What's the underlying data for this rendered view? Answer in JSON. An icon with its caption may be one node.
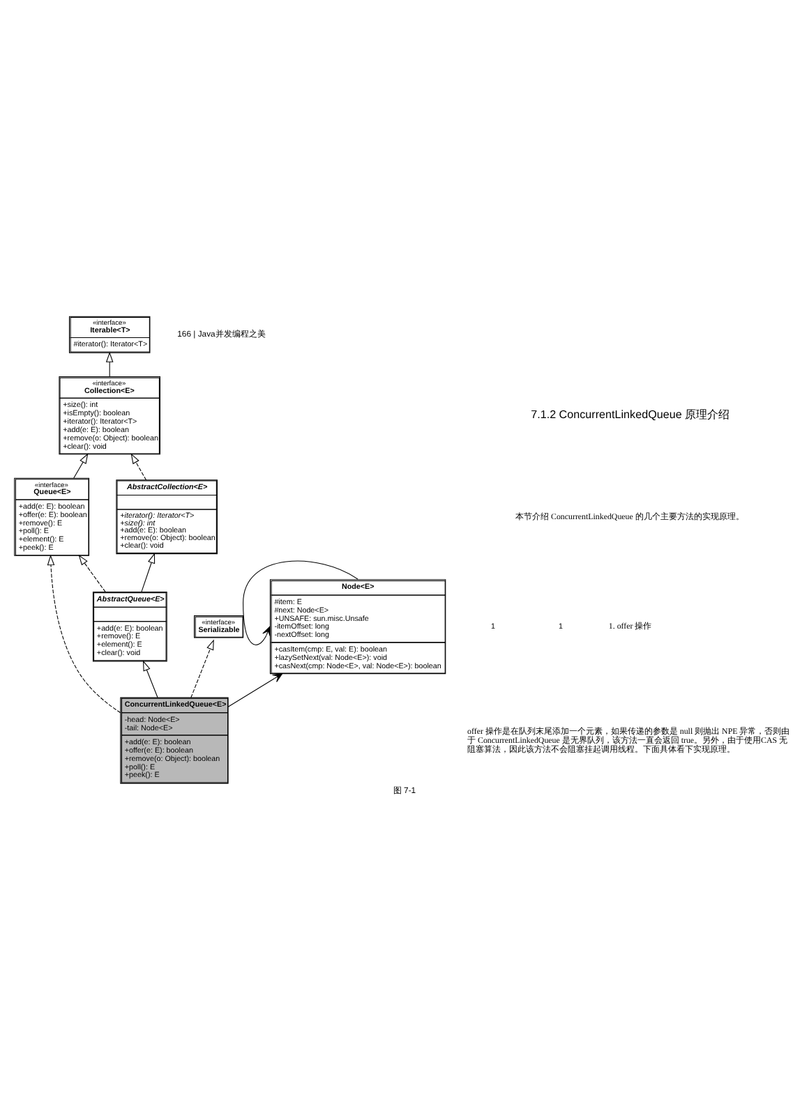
{
  "diagram": {
    "caption": "图 7-1",
    "nodes": [
      {
        "text": [
          "«interface»",
          "Iterable<T>",
          "#iterator(): Iterator<T>"
        ]
      },
      {
        "text": [
          "«interface»",
          "Collection<E>",
          "+size(): int",
          "+isEmpty(): boolean",
          "+iterator(): Iterator<T>",
          "+add(e: E): boolean",
          "+remove(o: Object): boolean",
          "+clear(): void"
        ]
      },
      {
        "text": [
          "AbstractCollection<E>",
          "+iterator(): Iterator<T>",
          "+size(): int",
          "+add(e: E): boolean",
          "+remove(o: Object): boolean",
          "+clear(): void"
        ]
      },
      {
        "text": [
          "«interface»",
          "Queue<E>",
          "+add(e: E): boolean",
          "+offer(e: E): boolean",
          "+remove(): E",
          "+poll(): E",
          "+element(): E",
          "+peek(): E"
        ]
      },
      {
        "text": [
          "AbstractQueue<E>",
          "+add(e: E): boolean",
          "+remove(): E",
          "+element(): E",
          "+clear(): void"
        ]
      },
      {
        "text": [
          "«interface»",
          "Serializable"
        ]
      },
      {
        "text": [
          "Node<E>",
          "#item: E",
          "#next: Node<E>",
          "+UNSAFE: sun.misc.Unsafe",
          "-itemOffset: long",
          "-nextOffset: long",
          "+casItem(cmp: E, val: E): boolean",
          "+lazySetNext(val: Node<E>): void",
          "+casNext(cmp: Node<E>, val: Node<E>): boolean"
        ]
      },
      {
        "text": [
          "ConcurrentLinkedQueue<E>",
          "-head: Node<E>",
          "-tail: Node<E>",
          "+add(e: E): boolean",
          "+offer(e: E): boolean",
          "+remove(o: Object): boolean",
          "+poll(): E",
          "+peek(): E"
        ]
      }
    ],
    "edges": [
      {
        "from": 1,
        "to": 0,
        "arrow": "to"
      },
      {
        "from": 2,
        "to": 1,
        "arrow": "to",
        "style": "dashed"
      },
      {
        "from": 3,
        "to": 1,
        "arrow": "to"
      },
      {
        "from": 4,
        "to": 2,
        "arrow": "to"
      },
      {
        "from": 4,
        "to": 3,
        "arrow": "to",
        "style": "dashed"
      },
      {
        "from": 7,
        "to": 3,
        "arrow": "to",
        "style": "dashed"
      },
      {
        "from": 7,
        "to": 4,
        "arrow": "to"
      },
      {
        "from": 7,
        "to": 5,
        "arrow": "to",
        "style": "dashed"
      },
      {
        "from": 7,
        "to": 6,
        "arrow": "to"
      },
      {
        "from": 6,
        "to": 6,
        "arrow": "to"
      }
    ],
    "labels": [
      "166 | Java并发编程之美",
      "1",
      "1",
      "7.1.2 ConcurrentLinkedQueue 原理介绍",
      "本节介绍 ConcurrentLinkedQueue 的几个主要方法的实现原理。",
      "1. offer 操作",
      "offer 操作是在队列末尾添加一个元素，如果传递的参数是 null 则抛出 NPE 异常，否则由于 ConcurrentLinkedQueue 是无界队列，该方法一直会返回 true。另外，由于使用CAS 无阻塞算法，因此该方法不会阻塞挂起调用线程。下面具体看下实现原理。"
    ]
  }
}
